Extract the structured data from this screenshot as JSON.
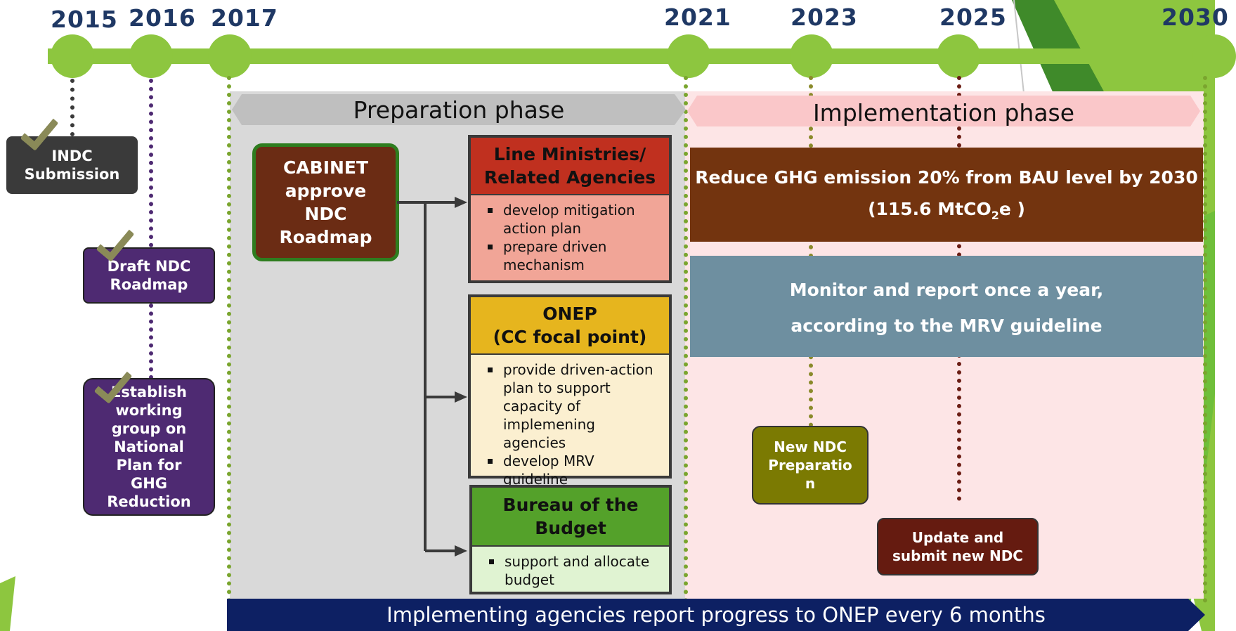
{
  "years": [
    "2015",
    "2016",
    "2017",
    "2021",
    "2023",
    "2025",
    "2030"
  ],
  "left_boxes": {
    "indc": "INDC\nSubmission",
    "draft": "Draft NDC\nRoadmap",
    "working": "Establish\nworking\ngroup on\nNational\nPlan for\nGHG\nReduction"
  },
  "phases": {
    "preparation": "Preparation phase",
    "implementation": "Implementation phase"
  },
  "cabinet": "CABINET\napprove\nNDC\nRoadmap",
  "agencies": {
    "line": {
      "title": "Line Ministries/\nRelated Agencies",
      "items": [
        "develop mitigation action plan",
        "prepare driven mechanism"
      ]
    },
    "onep": {
      "title": "ONEP\n(CC focal point)",
      "items": [
        "provide driven-action plan to support capacity of implemening agencies",
        "develop MRV guideline"
      ]
    },
    "budget": {
      "title": "Bureau of the\nBudget",
      "items": [
        "support and allocate budget"
      ]
    }
  },
  "goal": {
    "line1": "Reduce GHG emission 20% from BAU level by 2030",
    "line2_pre": "(115.6 MtCO",
    "line2_sub": "2",
    "line2_post": "e )"
  },
  "monitor": {
    "line1": "Monitor and report once a year,",
    "line2": "according to the MRV guideline"
  },
  "new_ndc": "New NDC\nPreparatio\nn",
  "update_ndc": "Update and\nsubmit new NDC",
  "bottom_banner": "Implementing agencies report progress to ONEP every 6 months",
  "colors": {
    "timeline": "#8dc63f",
    "year_text": "#1f3864",
    "indc_box": "#3a3a3a",
    "purple_box": "#4e2a72",
    "cabinet": "#6b2c14",
    "line_ministries": "#c0301f",
    "onep": "#e6b51e",
    "budget": "#54a12a",
    "goal_bar": "#73340f",
    "monitor_bar": "#6e8fa0",
    "new_ndc": "#7b7a02",
    "update_ndc": "#651b10",
    "banner": "#0d2063"
  }
}
